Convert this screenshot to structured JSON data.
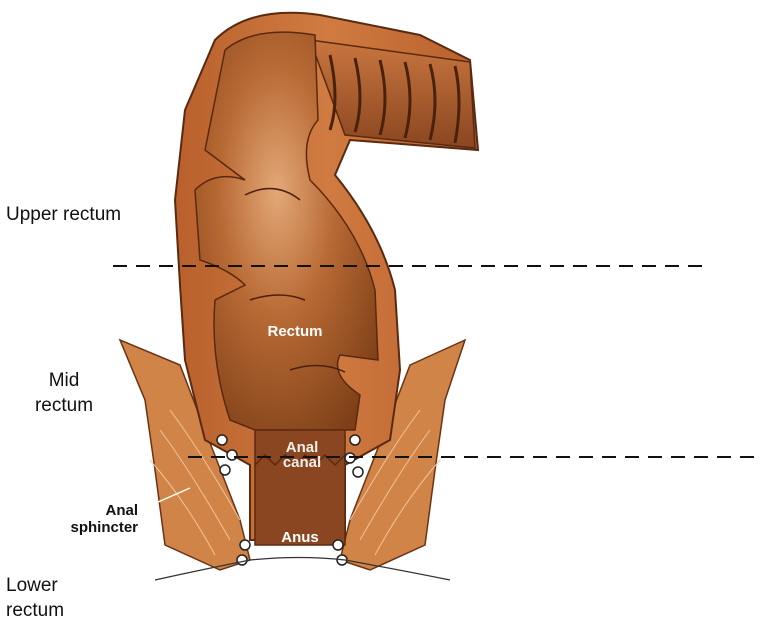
{
  "regions": {
    "upper": "Upper rectum",
    "mid_line1": "Mid",
    "mid_line2": "rectum",
    "lower_line1": "Lower",
    "lower_line2": "rectum"
  },
  "structures": {
    "rectum": "Rectum",
    "anal_canal_line1": "Anal",
    "anal_canal_line2": "canal",
    "anus": "Anus",
    "sphincter_line1": "Anal",
    "sphincter_line2": "sphincter"
  },
  "colors": {
    "wall_outer": "#c8703a",
    "lumen": "#a65a2a",
    "lumen_highlight": "#d89b68",
    "muscle": "#d4854a",
    "divider": "#111111"
  }
}
